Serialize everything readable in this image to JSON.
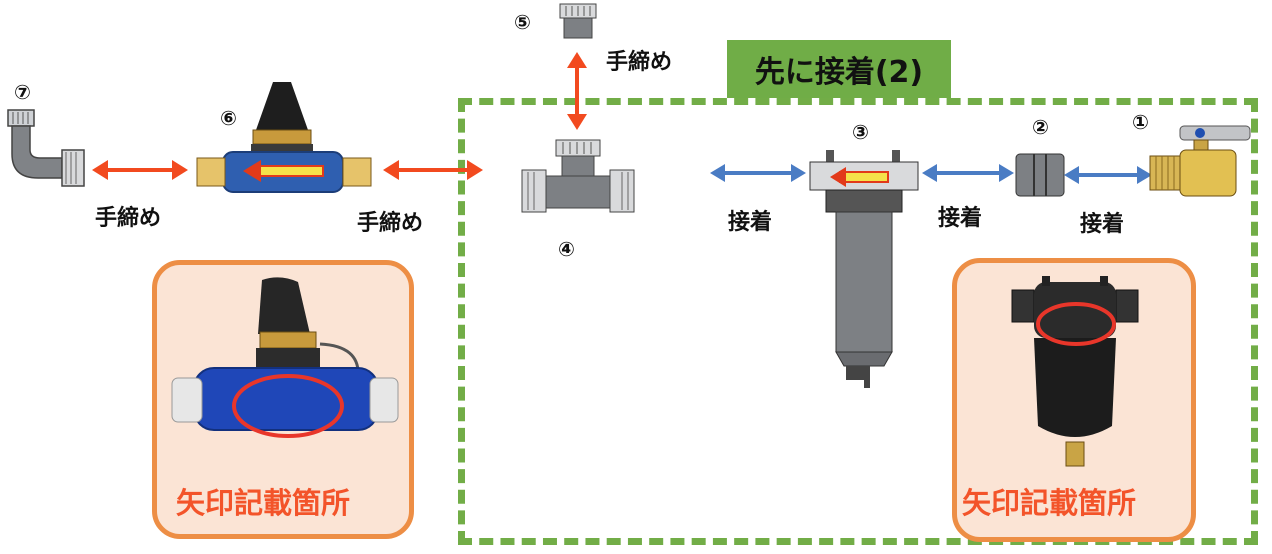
{
  "title": "先に接着(2)",
  "numbers": {
    "n1": "①",
    "n2": "②",
    "n3": "③",
    "n4": "④",
    "n5": "⑤",
    "n6": "⑥",
    "n7": "⑦"
  },
  "labels": {
    "hand_tighten_top": "手締め",
    "hand_tighten_left": "手締め",
    "hand_tighten_mid": "手締め",
    "glue_1": "接着",
    "glue_2": "接着",
    "glue_3": "接着"
  },
  "callouts": {
    "left_caption": "矢印記載箇所",
    "right_caption": "矢印記載箇所"
  },
  "colors": {
    "green_dash": "#72ad47",
    "green_label": "#70ad47",
    "red_arrow": "#f24a1f",
    "blue_arrow": "#4a7cc4",
    "callout_border": "#ed8e45",
    "callout_fill": "#fbe4d5",
    "callout_text": "#f3542a"
  }
}
